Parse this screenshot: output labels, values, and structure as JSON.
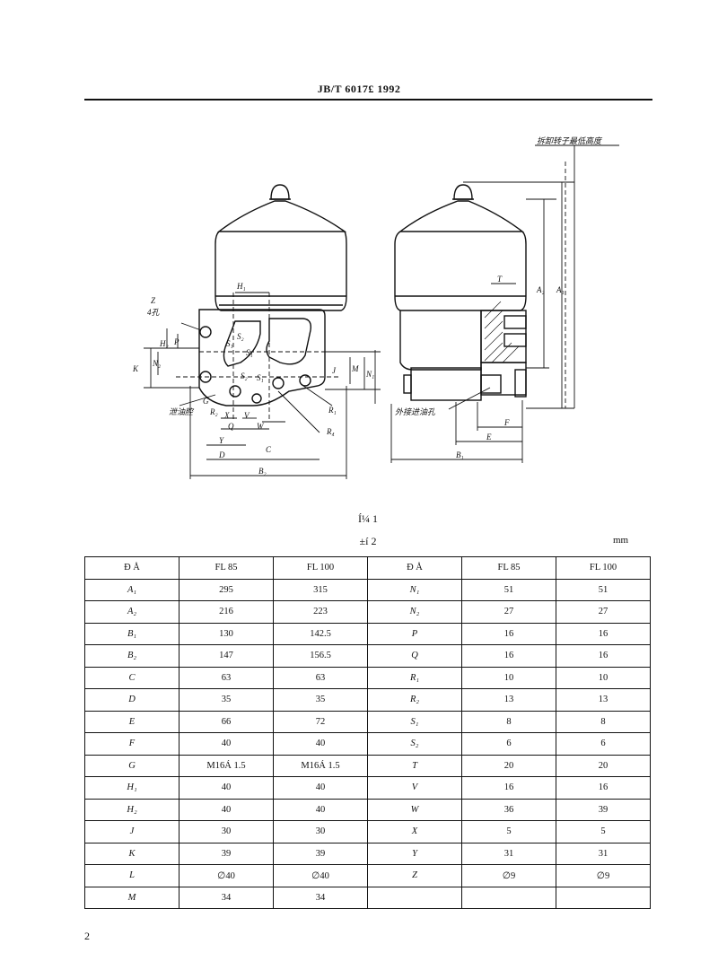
{
  "header": {
    "title": "JB/T  6017£ 1992"
  },
  "drawing": {
    "labels": {
      "lowest_height": "拆卸转子最低高度",
      "drain_chamber": "泄油腔",
      "outer_inlet": "外接进油孔",
      "z": "Z",
      "z_holes": "4孔",
      "h1": "H₁",
      "h2": "H₂",
      "p": "P",
      "k": "K",
      "n2": "N₂",
      "s1": "S₁",
      "s2": "S₂",
      "j": "J",
      "m": "M",
      "n1": "N₁",
      "g": "G",
      "r2": "R₂",
      "x": "X",
      "v": "V",
      "q": "Q",
      "w": "W",
      "y": "Y",
      "d": "D",
      "c": "C",
      "b2": "B₂",
      "r1": "R₁",
      "r4": "R₄",
      "t": "T",
      "a2": "A₂",
      "a1": "A₁",
      "f": "F",
      "e": "E",
      "b1": "B₁"
    }
  },
  "figure_caption": "Í¼ 1",
  "table_caption": "±í  2",
  "unit": "mm",
  "table": {
    "headers": [
      "Ð  Å",
      "FL 85",
      "FL 100",
      "Ð  Å",
      "FL 85",
      "FL 100"
    ],
    "rows": [
      [
        "A₁",
        "295",
        "315",
        "N₁",
        "51",
        "51"
      ],
      [
        "A₂",
        "216",
        "223",
        "N₂",
        "27",
        "27"
      ],
      [
        "B₁",
        "130",
        "142.5",
        "P",
        "16",
        "16"
      ],
      [
        "B₂",
        "147",
        "156.5",
        "Q",
        "16",
        "16"
      ],
      [
        "C",
        "63",
        "63",
        "R₁",
        "10",
        "10"
      ],
      [
        "D",
        "35",
        "35",
        "R₂",
        "13",
        "13"
      ],
      [
        "E",
        "66",
        "72",
        "S₁",
        "8",
        "8"
      ],
      [
        "F",
        "40",
        "40",
        "S₂",
        "6",
        "6"
      ],
      [
        "G",
        "M16Á 1.5",
        "M16Á 1.5",
        "T",
        "20",
        "20"
      ],
      [
        "H₁",
        "40",
        "40",
        "V",
        "16",
        "16"
      ],
      [
        "H₂",
        "40",
        "40",
        "W",
        "36",
        "39"
      ],
      [
        "J",
        "30",
        "30",
        "X",
        "5",
        "5"
      ],
      [
        "K",
        "39",
        "39",
        "Y",
        "31",
        "31"
      ],
      [
        "L",
        "∅40",
        "∅40",
        "Z",
        "∅9",
        "∅9"
      ],
      [
        "M",
        "34",
        "34",
        "",
        "",
        ""
      ]
    ]
  },
  "page_number": "2"
}
